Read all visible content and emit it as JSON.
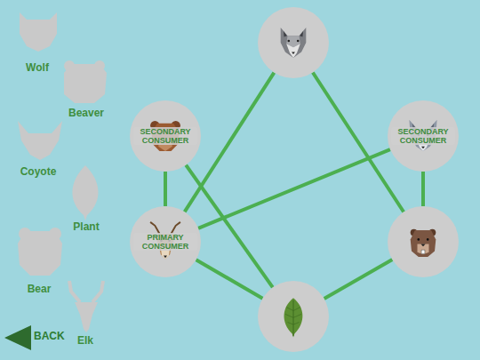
{
  "diagram": {
    "nodes": [
      {
        "text": []
      },
      {
        "text": [
          "SECONDARY CONSUMER"
        ]
      },
      {
        "text": [
          "SECONDARY CONSUMER"
        ]
      },
      {
        "text": [
          "PRIMARY CONSUMER"
        ]
      },
      {
        "text": []
      },
      {
        "text": []
      }
    ],
    "edges": [
      {
        "from": 0,
        "to": 3,
        "arrow": "none"
      },
      {
        "from": 0,
        "to": 4,
        "arrow": "none"
      },
      {
        "from": 1,
        "to": 3,
        "arrow": "none"
      },
      {
        "from": 1,
        "to": 5,
        "arrow": "none"
      },
      {
        "from": 2,
        "to": 3,
        "arrow": "none"
      },
      {
        "from": 2,
        "to": 4,
        "arrow": "none"
      },
      {
        "from": 3,
        "to": 5,
        "arrow": "none"
      },
      {
        "from": 4,
        "to": 5,
        "arrow": "none"
      }
    ],
    "labels": [
      "Wolf",
      "Beaver",
      "Coyote",
      "Plant",
      "Bear",
      "Elk",
      "BACK"
    ]
  }
}
